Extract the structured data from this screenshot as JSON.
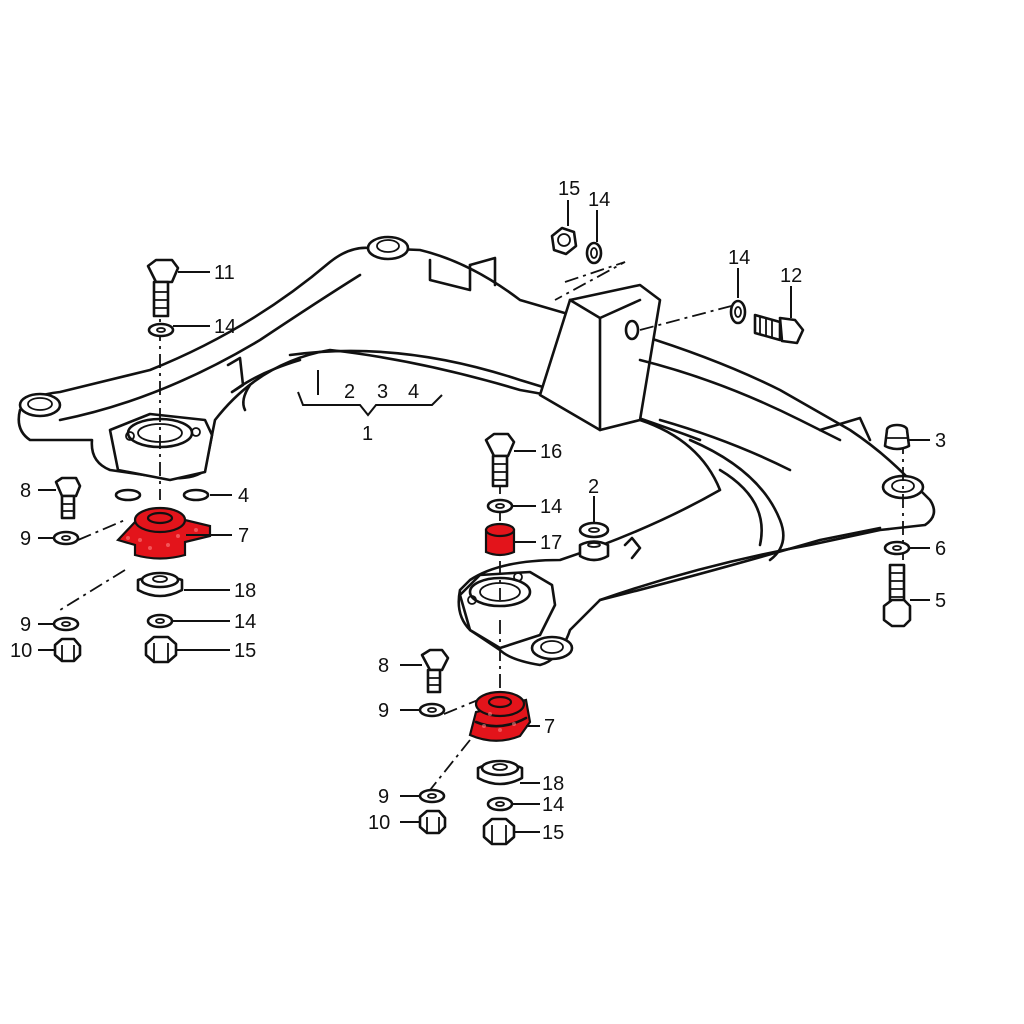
{
  "highlight_color": "#e3141b",
  "line_color": "#111111",
  "background_color": "#ffffff",
  "callouts": {
    "c15_top": "15",
    "c14_top": "14",
    "c14_right": "14",
    "c12": "12",
    "c11": "11",
    "c14_left_bolt": "14",
    "c2_sub": "2",
    "c3_sub": "3",
    "c4_sub": "4",
    "c1": "1",
    "c3_right": "3",
    "c16": "16",
    "c14_mid": "14",
    "c2_mid": "2",
    "c17": "17",
    "c8_left": "8",
    "c4_left": "4",
    "c9_left_a": "9",
    "c7_left": "7",
    "c18_left": "18",
    "c9_left_b": "9",
    "c14_left_low": "14",
    "c10_left": "10",
    "c15_left": "15",
    "c6": "6",
    "c5": "5",
    "c8_mid": "8",
    "c9_mid_a": "9",
    "c7_mid": "7",
    "c18_mid": "18",
    "c9_mid_b": "9",
    "c14_mid_low": "14",
    "c10_mid": "10",
    "c15_mid": "15"
  }
}
